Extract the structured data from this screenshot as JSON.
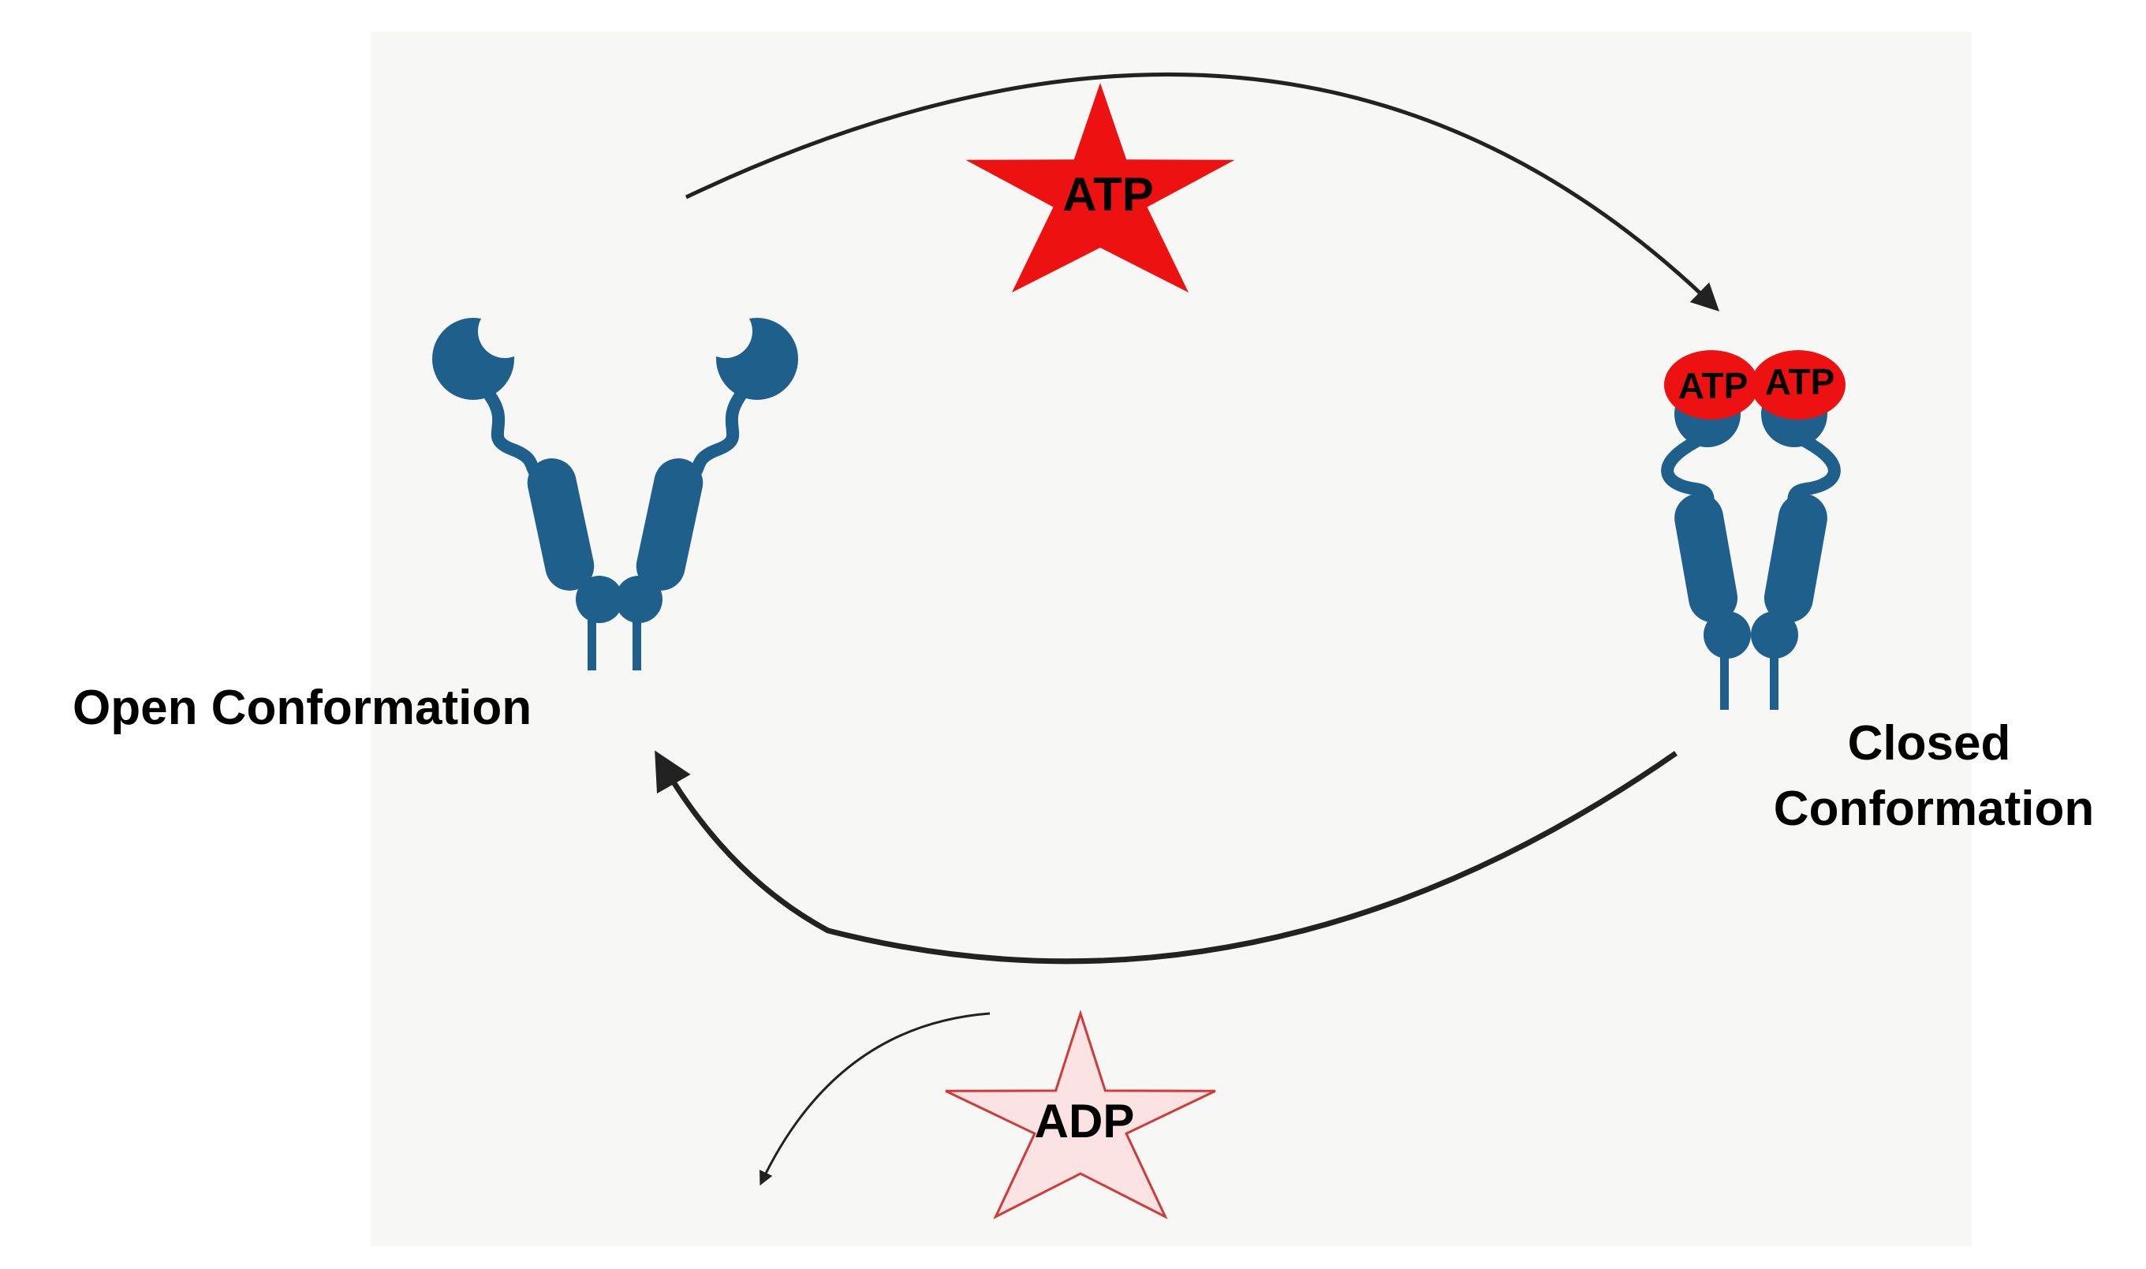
{
  "states": {
    "open": {
      "label": "Open Conformation"
    },
    "closed": {
      "label_line1": "Closed",
      "label_line2": "Conformation"
    }
  },
  "molecules": {
    "atp_star": "ATP",
    "adp_star": "ADP",
    "bound_atp_left": "ATP",
    "bound_atp_right": "ATP"
  },
  "colors": {
    "protein": "#1f5f8b",
    "atp": "#ee1111",
    "adp_fill": "#fbe3e3",
    "adp_stroke": "#d23a3a",
    "arrow": "#222222",
    "background_panel": "#f7f7f5"
  }
}
